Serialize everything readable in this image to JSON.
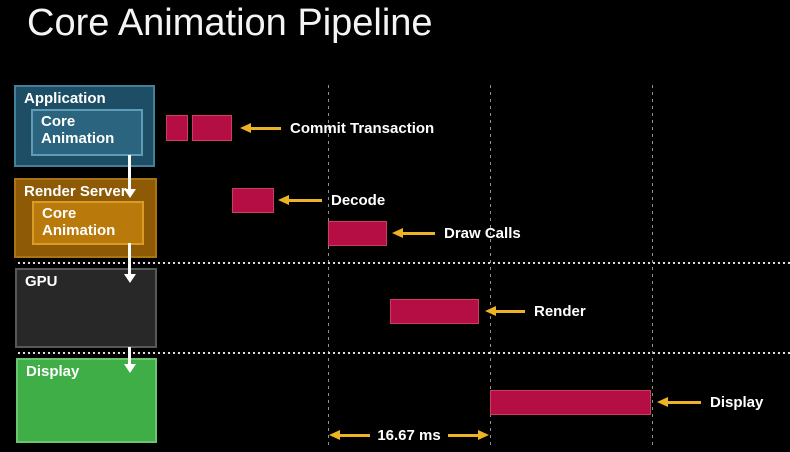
{
  "slide": {
    "title": "Core Animation Pipeline"
  },
  "pipeline": {
    "rows": [
      {
        "label": "Application",
        "inner_label": "Core Animation"
      },
      {
        "label": "Render Server",
        "inner_label": "Core Animation"
      },
      {
        "label": "GPU"
      },
      {
        "label": "Display"
      }
    ]
  },
  "annotations": [
    {
      "label": "Commit Transaction"
    },
    {
      "label": "Decode"
    },
    {
      "label": "Draw Calls"
    },
    {
      "label": "Render"
    },
    {
      "label": "Display"
    }
  ],
  "timeline": {
    "frame_duration_label": "16.67 ms",
    "vertical_gridlines": 3,
    "horizontal_separators": 2
  },
  "colors": {
    "background": "#000000",
    "application_box": "#1e4d66",
    "application_inner": "#2a647e",
    "render_server_box": "#8e5a06",
    "render_server_inner": "#ba7a0b",
    "gpu_box": "#282828",
    "display_box": "#3fae47",
    "activity_bar": "#b50e45",
    "annotation_arrow": "#ecb324",
    "flow_arrow": "#ffffff"
  }
}
